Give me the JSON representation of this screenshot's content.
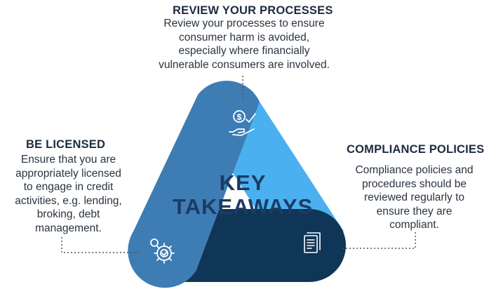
{
  "center": {
    "line1": "KEY",
    "line2": "TAKEAWAYS"
  },
  "blocks": {
    "review": {
      "title": "REVIEW YOUR PROCESSES",
      "lines": [
        "Review your processes to ensure",
        "consumer harm is avoided,",
        "especially where financially",
        "vulnerable consumers are involved."
      ],
      "icon": "hand-dollar-icon"
    },
    "licensed": {
      "title": "BE LICENSED",
      "lines": [
        "Ensure that you are",
        "appropriately licensed",
        "to engage in credit",
        "activities, e.g. lending,",
        "broking, debt",
        "management."
      ],
      "icon": "gears-icon"
    },
    "compliance": {
      "title": "COMPLIANCE POLICIES",
      "lines": [
        "Compliance policies and",
        "procedures should be",
        "reviewed regularly to",
        "ensure they are",
        "compliant."
      ],
      "icon": "document-icon"
    }
  },
  "colors": {
    "bar_left": "#3e7cb4",
    "bar_right": "#4ab0ef",
    "bar_bottom": "#0f3557",
    "center_text": "#1b3c63",
    "title_text": "#1c2c3f",
    "body_text": "#2a3440",
    "connector": "#555555"
  }
}
